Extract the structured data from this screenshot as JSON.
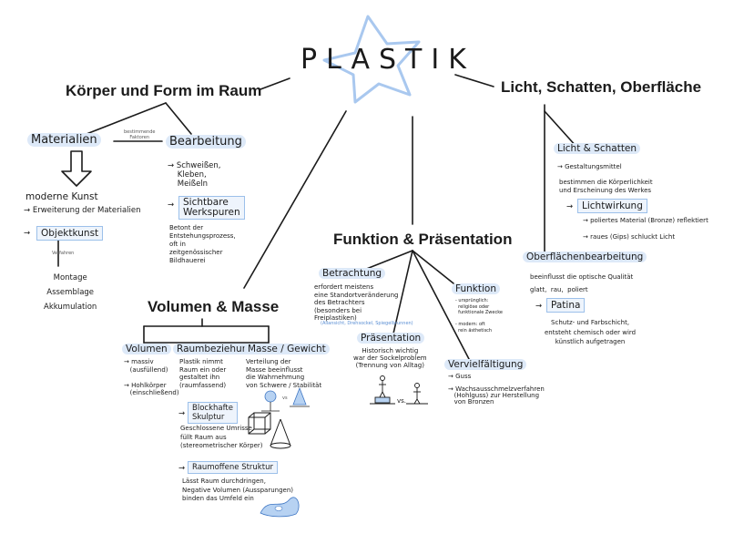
{
  "title": "PLASTIK",
  "sections": {
    "koerper": {
      "heading": "Körper und Form im Raum",
      "materialien": "Materialien",
      "bestimmende": "bestimmende\nFaktoren",
      "bearbeitung": "Bearbeitung",
      "bearbeitung_items": "→ Schweißen,\n    Kleben,\n    Meißeln",
      "moderne_kunst": "moderne Kunst",
      "erweiterung": "→ Erweiterung der Materialien",
      "objektkunst_arrow": "→",
      "objektkunst": "Objektkunst",
      "verfahren": "Verfahren",
      "techniques": "Montage\nAssemblage\nAkkumulation",
      "sichtbare_arrow": "→",
      "sichtbare": "Sichtbare\nWerkspuren",
      "sichtbare_desc": "Betont der\nEntstehungsprozess,\noft in\nzeitgenössischer\nBildhauerei"
    },
    "volumen": {
      "heading": "Volumen & Masse",
      "volumen": "Volumen",
      "volumen_items": "→ massiv\n   (ausfüllend)\n\n→ Hohlkörper\n   (einschließend)",
      "raum": "Raumbeziehung",
      "raum_desc": "Plastik nimmt\nRaum ein oder\ngestaltet ihn\n(raumfassend)",
      "masse": "Masse / Gewicht",
      "masse_desc": "Verteilung der\nMasse beeinflusst\ndie Wahrnehmung\nvon Schwere / Stabilität",
      "vs": "vs",
      "blockhafte_arrow": "→",
      "blockhafte": "Blockhafte\nSkulptur",
      "blockhafte_desc": "Geschlossene Umrisse,\nfüllt Raum aus\n(stereometrischer Körper)",
      "raumoffene_arrow": "→",
      "raumoffene": "Raumoffene Struktur",
      "raumoffene_desc": "Lässt Raum durchdringen,\nNegative Volumen (Aussparungen)\nbinden das Umfeld ein"
    },
    "funktion": {
      "heading": "Funktion & Präsentation",
      "betrachtung": "Betrachtung",
      "betrachtung_desc": "erfordert meistens\neine Standortveränderung\ndes Betrachters\n(besonders bei\nFreiplastiken)",
      "betrachtung_note": "(Allansicht, Drehsockel, Spiegelbrunnen)",
      "funktion": "Funktion",
      "funktion_desc": "- ursprünglich:\n  religiöse oder\n  funktionale Zwecke\n\n- modern: oft\n  rein ästhetisch",
      "praesentation": "Präsentation",
      "praesentation_desc": "Historisch wichtig\nwar der Sockelproblem\n(Trennung von Alltag)",
      "vs": "vs.",
      "vervielfaeltigung": "Vervielfältigung",
      "verv_items": "→ Guss\n\n→ Wachsausschmelzverfahren\n   (Hohlguss) zur Herstellung\n   von Bronzen"
    },
    "licht": {
      "heading": "Licht, Schatten, Oberfläche",
      "licht_schatten": "Licht & Schatten",
      "gestaltungsmittel": "→ Gestaltungsmittel",
      "bestimmen": "bestimmen die Körperlichkeit\nund Erscheinung des Werkes",
      "lichtwirkung_arrow": "→",
      "lichtwirkung": "Lichtwirkung",
      "lw_items": "→ poliertes Material (Bronze) reflektiert\n\n→ raues (Gips) schluckt Licht",
      "oberflaechen": "Oberflächenbearbeitung",
      "ob_desc": "beeinflusst die optische Qualität\nglatt,  rau,  poliert",
      "patina_arrow": "→",
      "patina": "Patina",
      "patina_desc": "Schutz- und Farbschicht,\nentsteht chemisch oder wird\nkünstlich aufgetragen"
    }
  },
  "colors": {
    "ink": "#1b1b1b",
    "accent_blue": "#9cc0ea",
    "highlight": "#dde9f8"
  }
}
